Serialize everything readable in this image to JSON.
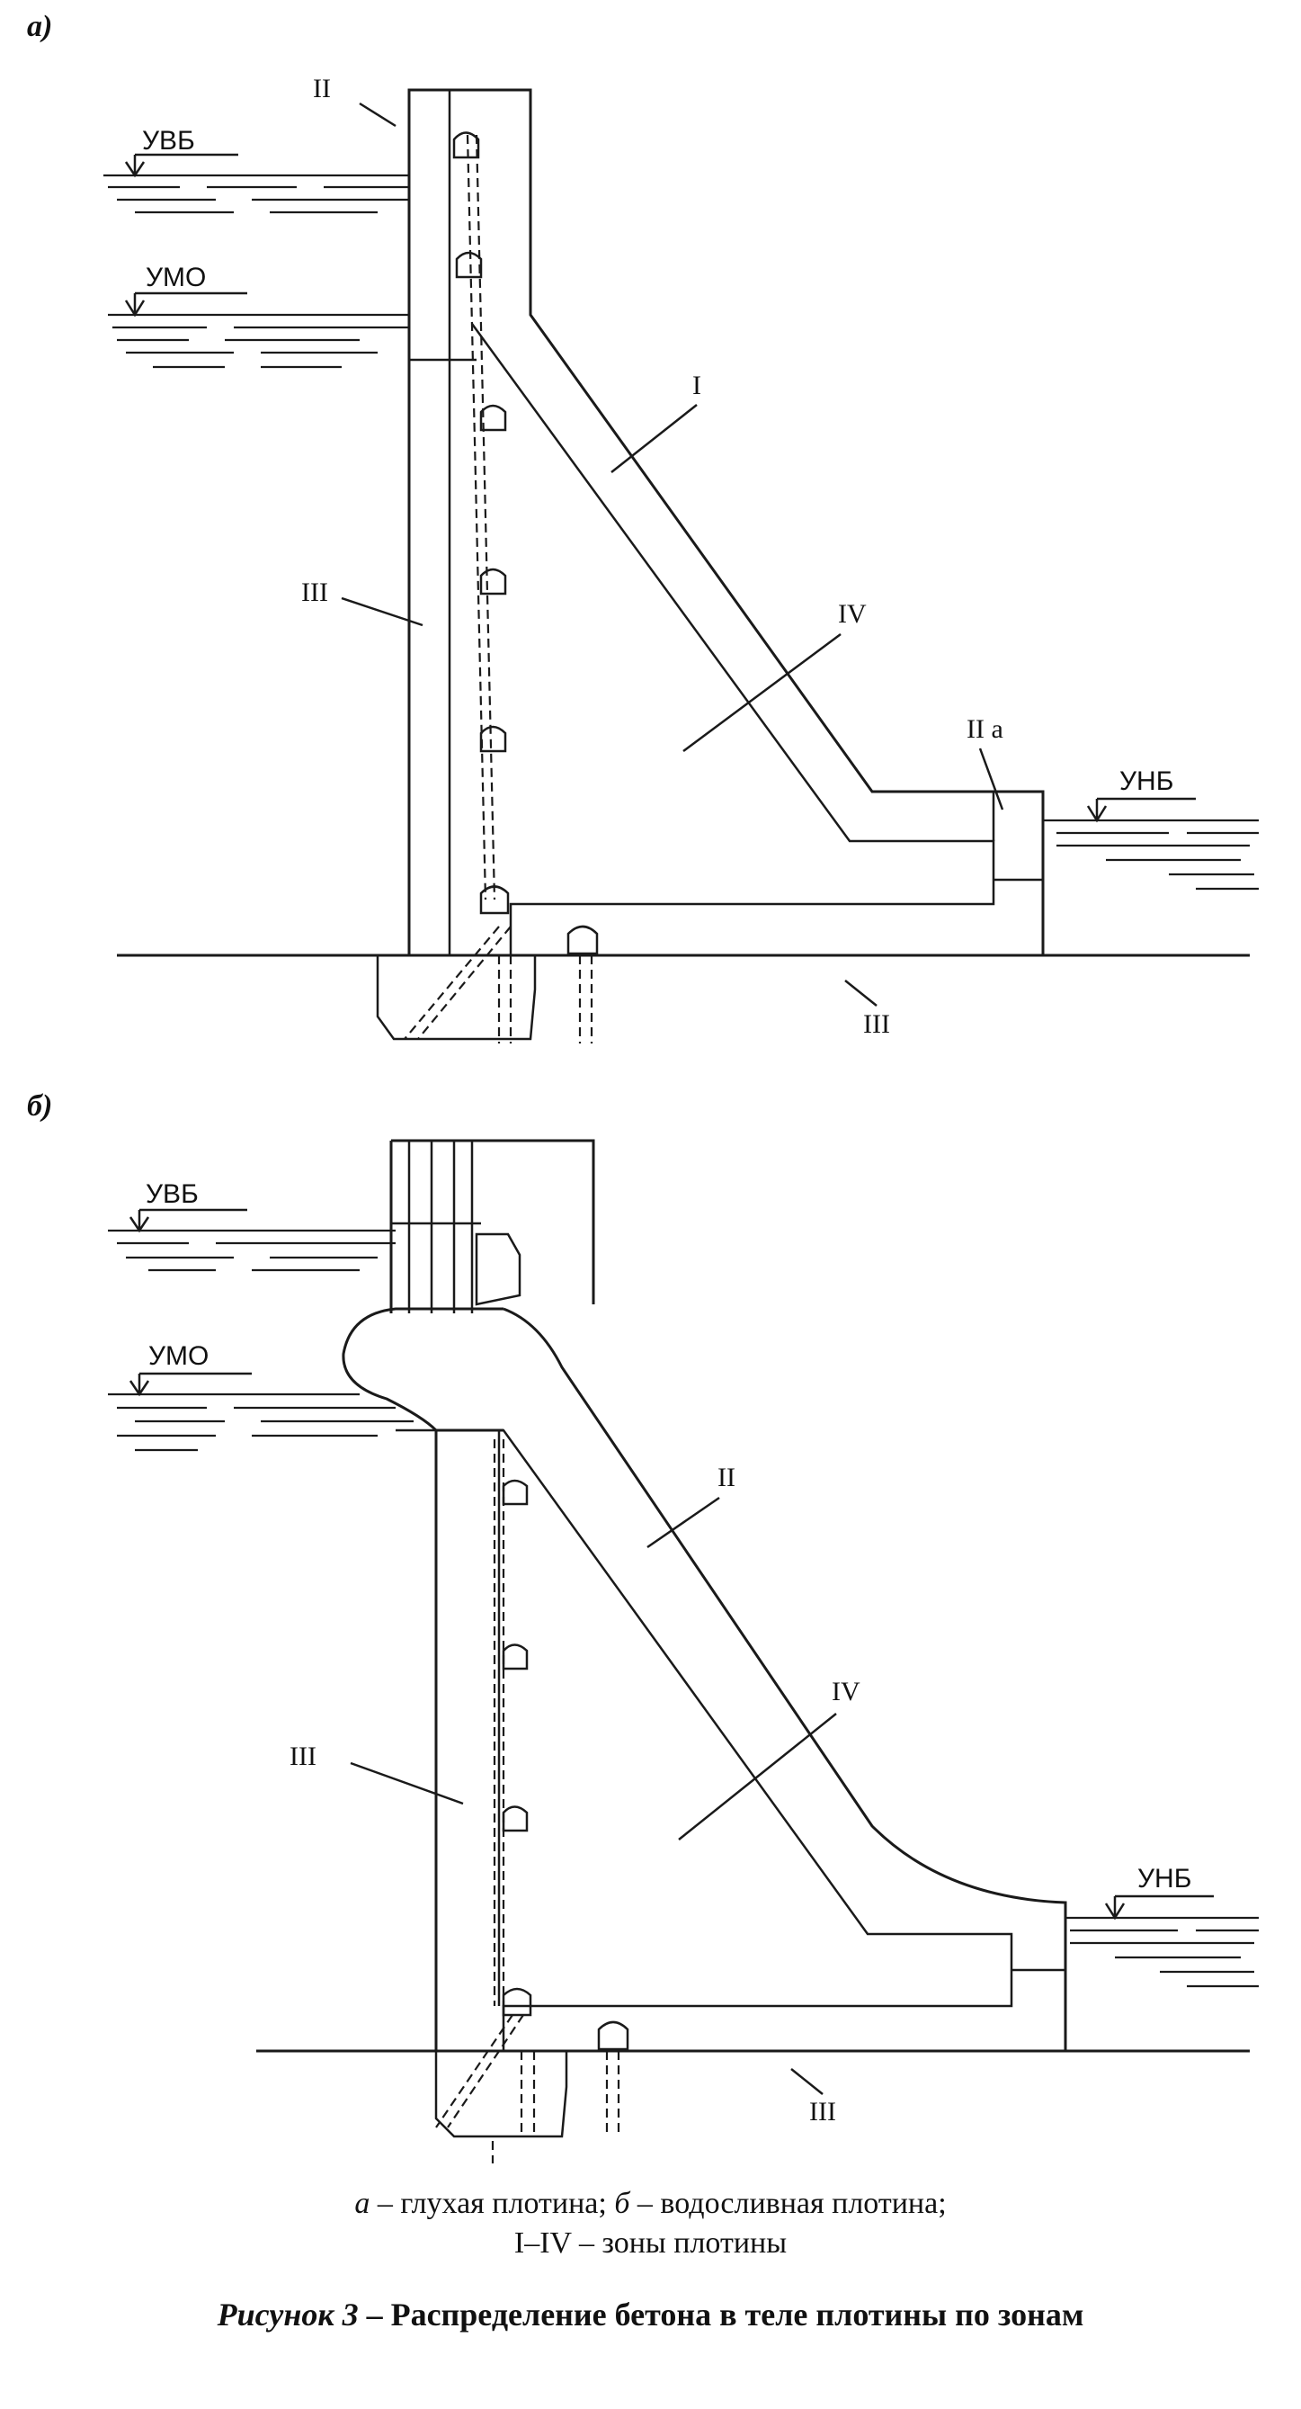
{
  "panel_a": {
    "letter": "а)",
    "levels": {
      "upper": "УВБ",
      "dead": "УМО",
      "lower": "УНБ"
    },
    "zones": {
      "z1": "I",
      "z2": "II",
      "z2a": "II а",
      "z3": "III",
      "z3b": "III",
      "z4": "IV"
    }
  },
  "panel_b": {
    "letter": "б)",
    "levels": {
      "upper": "УВБ",
      "dead": "УМО",
      "lower": "УНБ"
    },
    "zones": {
      "z2": "II",
      "z3": "III",
      "z3b": "III",
      "z4": "IV"
    }
  },
  "caption": {
    "line1_a": "а",
    "line1_a_text": " – глухая плотина; ",
    "line1_b": "б",
    "line1_b_text": " – водосливная плотина;",
    "line2": "I–IV – зоны плотины",
    "title_prefix": "Рисунок 3",
    "title_text": " – Распределение бетона в теле плотины по зонам"
  }
}
